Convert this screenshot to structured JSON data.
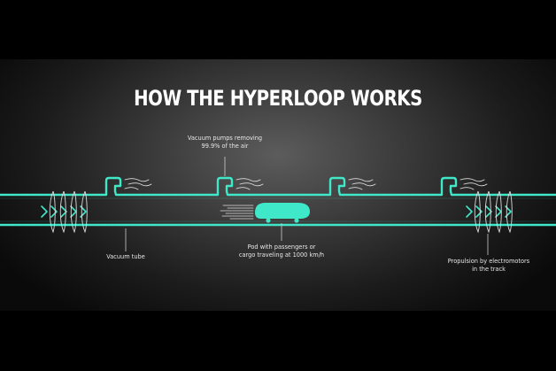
{
  "title": "HOW THE HYPERLOOP WORKS",
  "labels": {
    "vacuum_pumps_line1": "Vacuum pumps removing",
    "vacuum_pumps_line2": "99.9% of the air",
    "vacuum_tube": "Vacuum tube",
    "pod_line1": "Pod with passengers or",
    "pod_line2": "cargo traveling at 1000 km/h",
    "propulsion_line1": "Propulsion by electromotors",
    "propulsion_line2": "in the track"
  },
  "colors": {
    "background": "#000000",
    "panel_center": "#5c5c5c",
    "accent": "#3ee8c8",
    "text": "#ffffff",
    "wind": "#dddddd"
  }
}
